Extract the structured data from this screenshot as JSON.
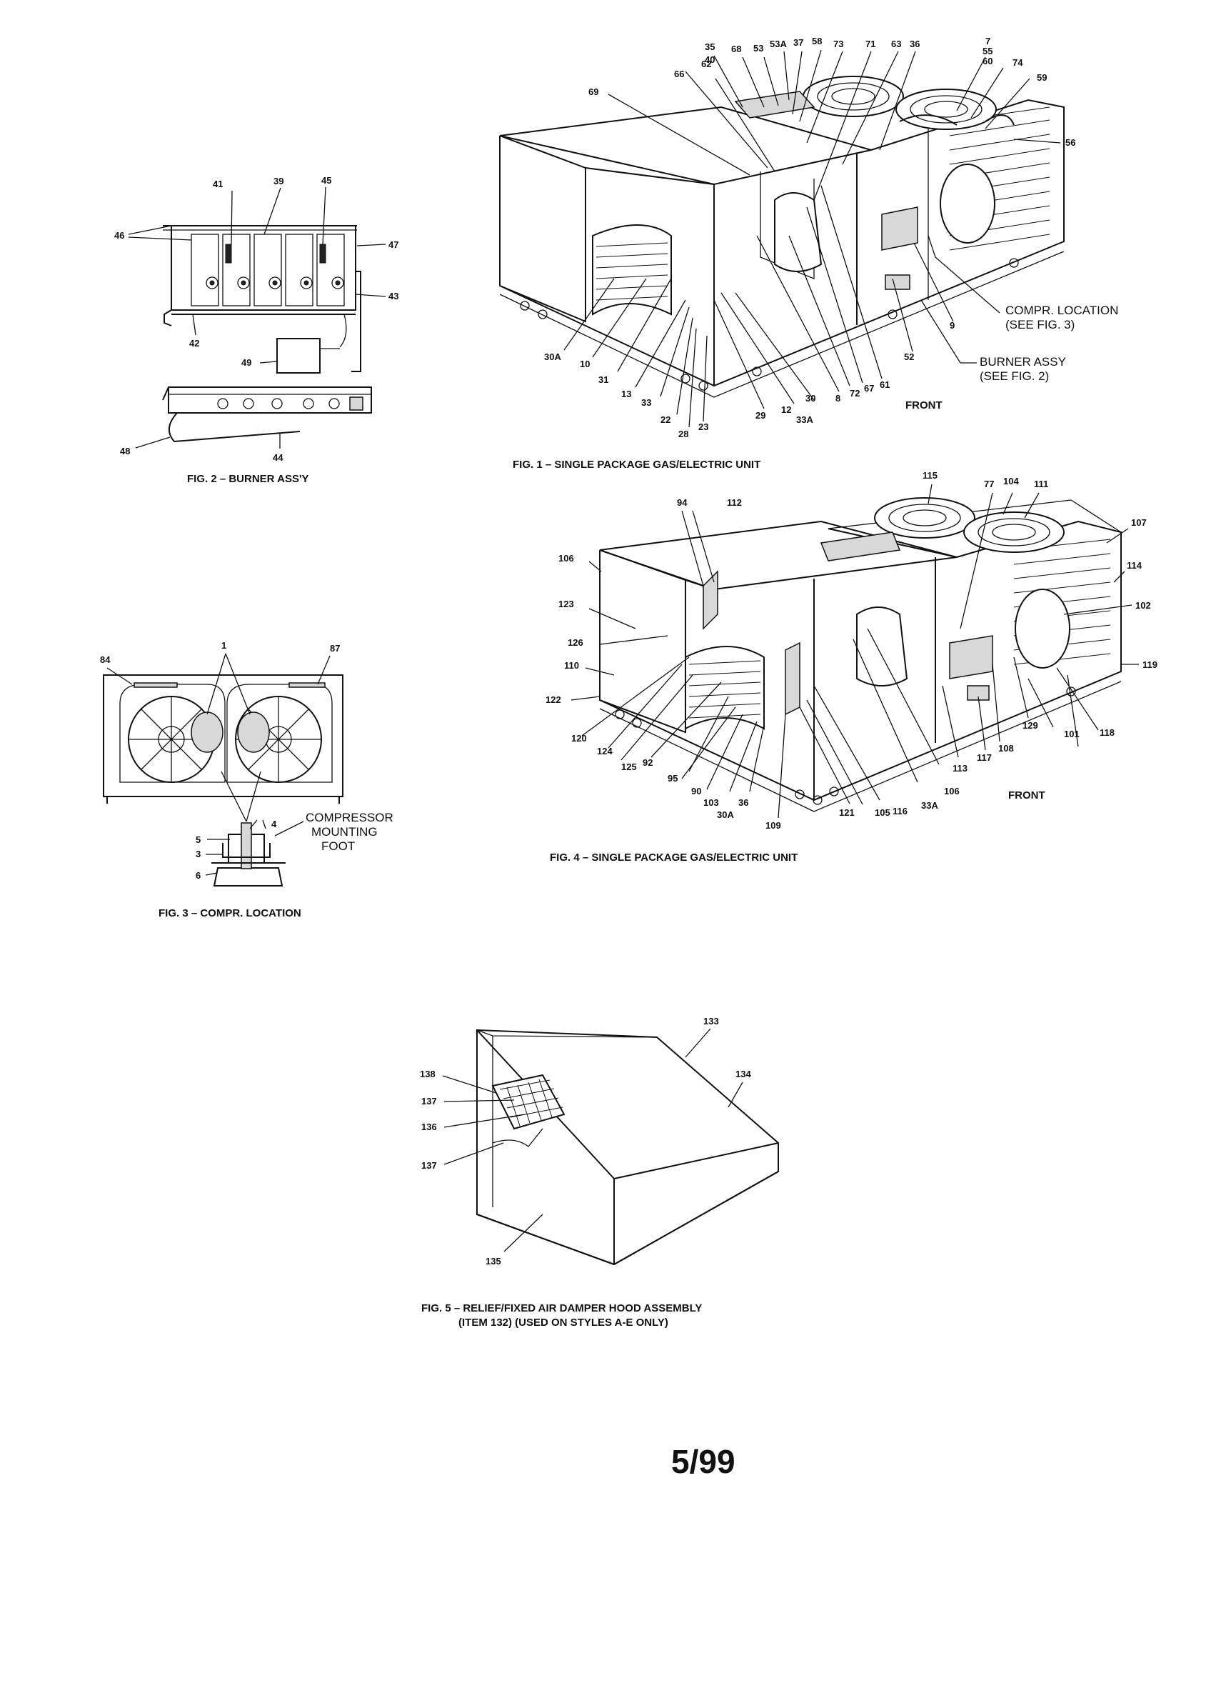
{
  "page": {
    "page_number": "5/99"
  },
  "fig1": {
    "caption": "FIG. 1 – SINGLE PACKAGE GAS/ELECTRIC UNIT",
    "front": "FRONT",
    "compr_location": [
      "COMPR. LOCATION",
      "(SEE FIG. 3)"
    ],
    "burner_assy": [
      "BURNER ASSY",
      "(SEE FIG. 2)"
    ],
    "callouts": [
      "35",
      "40",
      "68",
      "53",
      "53A",
      "37",
      "58",
      "73",
      "71",
      "63",
      "36",
      "7",
      "55",
      "60",
      "74",
      "59",
      "56",
      "62",
      "66",
      "69",
      "30A",
      "10",
      "31",
      "13",
      "33",
      "22",
      "28",
      "23",
      "29",
      "12",
      "33A",
      "30",
      "8",
      "72",
      "67",
      "61",
      "52",
      "9"
    ]
  },
  "fig2": {
    "caption": "FIG. 2 – BURNER ASS'Y",
    "callouts": [
      "41",
      "39",
      "45",
      "46",
      "47",
      "43",
      "42",
      "49",
      "48",
      "44"
    ]
  },
  "fig3": {
    "caption": "FIG. 3 – COMPR. LOCATION",
    "mounting": [
      "COMPRESSOR",
      "MOUNTING",
      "FOOT"
    ],
    "callouts": [
      "84",
      "1",
      "87",
      "4",
      "5",
      "3",
      "6"
    ]
  },
  "fig4": {
    "caption": "FIG. 4 – SINGLE PACKAGE GAS/ELECTRIC UNIT",
    "front": "FRONT",
    "callouts": [
      "115",
      "77",
      "104",
      "111",
      "94",
      "112",
      "107",
      "106",
      "114",
      "123",
      "102",
      "126",
      "110",
      "119",
      "122",
      "120",
      "124",
      "125",
      "92",
      "95",
      "90",
      "103",
      "30A",
      "36",
      "109",
      "121",
      "105",
      "116",
      "33A",
      "106",
      "113",
      "117",
      "108",
      "129",
      "101",
      "118"
    ]
  },
  "fig5": {
    "caption": [
      "FIG. 5 – RELIEF/FIXED AIR DAMPER HOOD ASSEMBLY",
      "(ITEM 132) (USED ON STYLES A-E ONLY)"
    ],
    "callouts": [
      "133",
      "134",
      "138",
      "137",
      "136",
      "137",
      "135"
    ]
  }
}
